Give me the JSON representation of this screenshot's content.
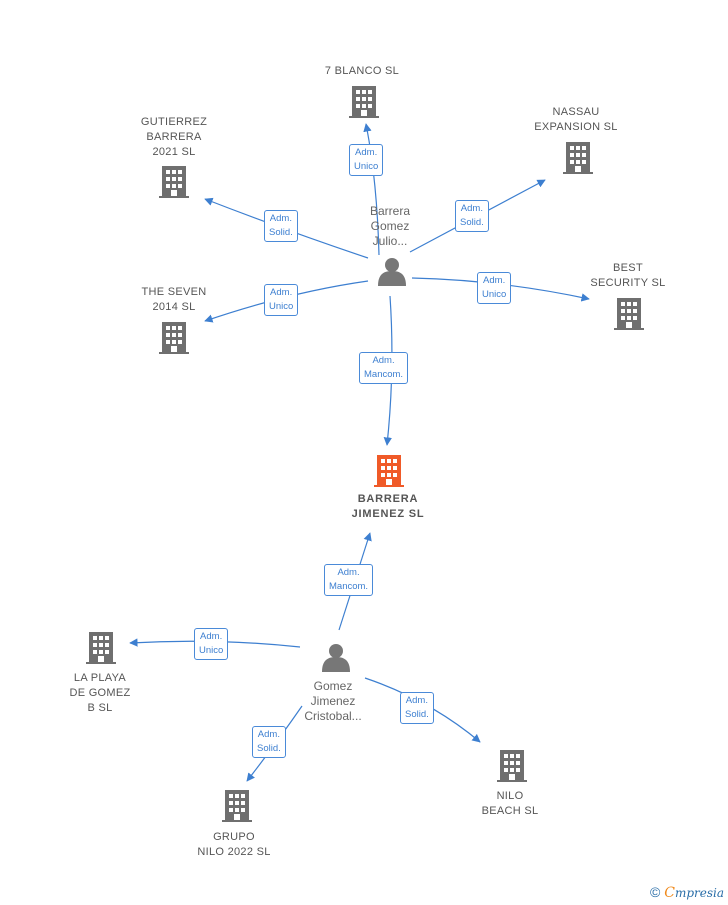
{
  "colors": {
    "edge": "#3d7fd0",
    "company": "#6f6f6f",
    "focus": "#f05a28",
    "person": "#777777"
  },
  "nodes": {
    "center": {
      "lines": [
        "BARRERA",
        "JIMENEZ  SL"
      ]
    },
    "blanco": {
      "lines": [
        "7 BLANCO SL"
      ]
    },
    "gutierrez": {
      "lines": [
        "GUTIERREZ",
        "BARRERA",
        "2021  SL"
      ]
    },
    "nassau": {
      "lines": [
        "NASSAU",
        "EXPANSION  SL"
      ]
    },
    "seven": {
      "lines": [
        "THE SEVEN",
        "2014  SL"
      ]
    },
    "best": {
      "lines": [
        "BEST",
        "SECURITY  SL"
      ]
    },
    "playa": {
      "lines": [
        "LA PLAYA",
        "DE GOMEZ",
        "B  SL"
      ]
    },
    "grupo": {
      "lines": [
        "GRUPO",
        "NILO 2022  SL"
      ]
    },
    "nilo": {
      "lines": [
        "NILO",
        "BEACH  SL"
      ]
    }
  },
  "persons": {
    "barrera": {
      "lines": [
        "Barrera",
        "Gomez",
        "Julio..."
      ]
    },
    "gomez": {
      "lines": [
        "Gomez",
        "Jimenez",
        "Cristobal..."
      ]
    }
  },
  "edges": {
    "e_blanco": [
      "Adm.",
      "Unico"
    ],
    "e_gutierrez": [
      "Adm.",
      "Solid."
    ],
    "e_nassau": [
      "Adm.",
      "Solid."
    ],
    "e_seven": [
      "Adm.",
      "Unico"
    ],
    "e_best": [
      "Adm.",
      "Unico"
    ],
    "e_center1": [
      "Adm.",
      "Mancom."
    ],
    "e_center2": [
      "Adm.",
      "Mancom."
    ],
    "e_playa": [
      "Adm.",
      "Unico"
    ],
    "e_grupo": [
      "Adm.",
      "Solid."
    ],
    "e_nilo": [
      "Adm.",
      "Solid."
    ]
  },
  "footer": {
    "copyright": "©",
    "brand_initial": "C",
    "brand_rest": "mpresia"
  }
}
